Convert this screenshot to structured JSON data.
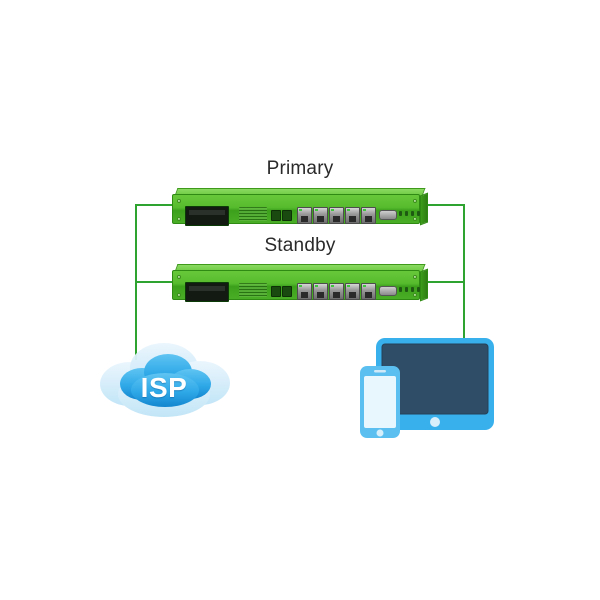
{
  "diagram": {
    "title": "High availability network topology",
    "background": "#ffffff",
    "labels": {
      "primary": "Primary",
      "standby": "Standby"
    },
    "nodes": {
      "primary_appliance": {
        "name": "Primary appliance",
        "type": "rack-appliance",
        "color": "#4fb42a"
      },
      "standby_appliance": {
        "name": "Standby appliance",
        "type": "rack-appliance",
        "color": "#4fb42a"
      },
      "isp_cloud": {
        "name": "ISP",
        "text": "ISP",
        "type": "cloud",
        "color": "#29a7e8"
      },
      "client_devices": {
        "name": "Tablet and phone",
        "type": "devices",
        "tablet_color": "#38b0ec",
        "phone_color": "#5bc0f0",
        "screen_color": "#2c4a63"
      }
    },
    "connectors": {
      "color": "#2fa32f",
      "stroke_width": 2,
      "left_bus": "Left vertical bus joining both appliances to the ISP cloud",
      "right_bus": "Right vertical bus joining both appliances to the client devices"
    }
  }
}
